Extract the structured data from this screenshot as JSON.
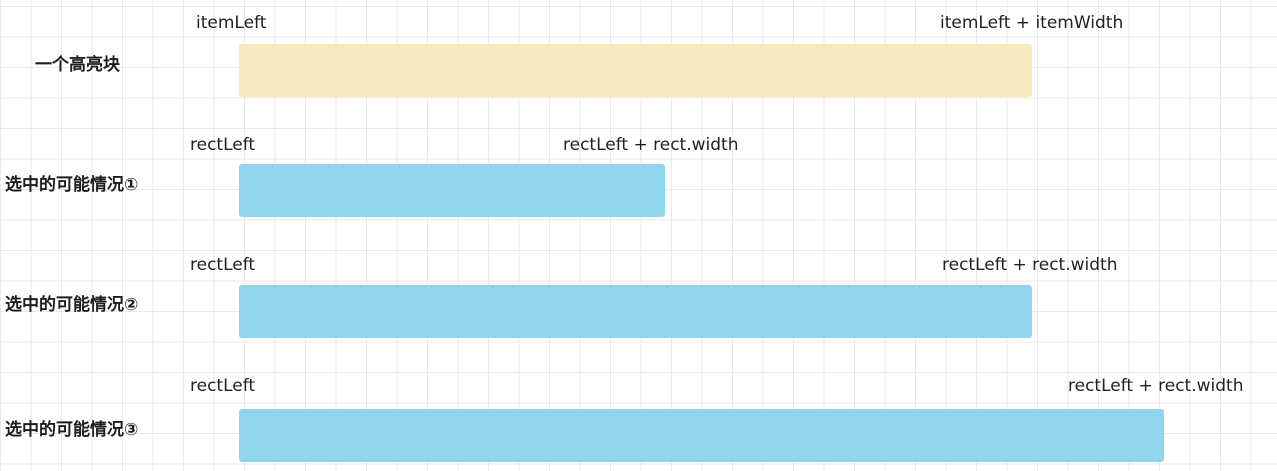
{
  "colors": {
    "highlight": "#f6e9be",
    "selection": "#90d4ee",
    "grid": "#e9e9e9"
  },
  "rows": [
    {
      "title": "一个高亮块",
      "left_label": "itemLeft",
      "right_label": "itemLeft + itemWidth"
    },
    {
      "title": "选中的可能情况①",
      "left_label": "rectLeft",
      "right_label": "rectLeft + rect.width"
    },
    {
      "title": "选中的可能情况②",
      "left_label": "rectLeft",
      "right_label": "rectLeft + rect.width"
    },
    {
      "title": "选中的可能情况③",
      "left_label": "rectLeft",
      "right_label": "rectLeft + rect.width"
    }
  ]
}
